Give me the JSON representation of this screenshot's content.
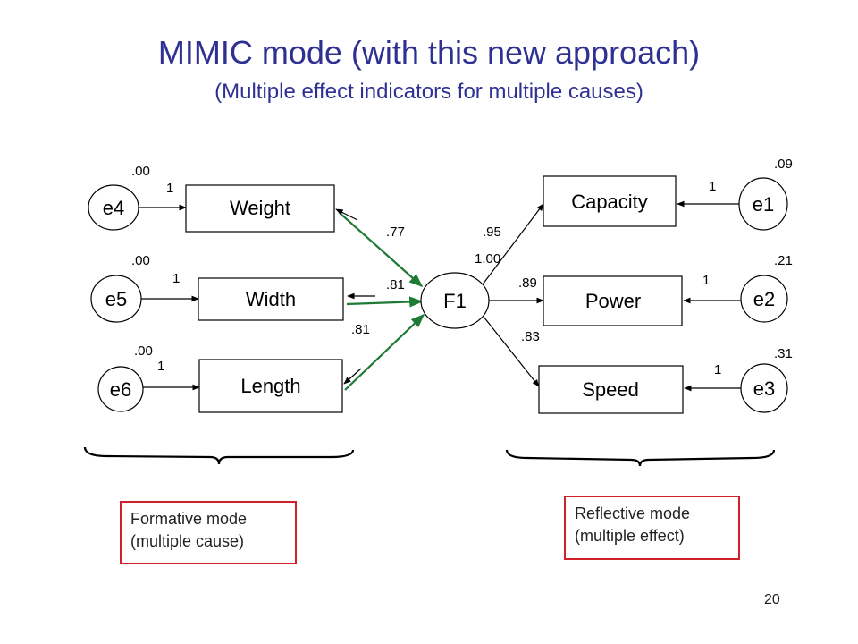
{
  "title": "MIMIC mode (with this new approach)",
  "subtitle": "(Multiple effect indicators for multiple causes)",
  "diagram": {
    "latent": "F1",
    "formative": [
      {
        "error": "e4",
        "indicator": "Weight",
        "variance": ".00",
        "path": "1",
        "loading": ".77"
      },
      {
        "error": "e5",
        "indicator": "Width",
        "variance": ".00",
        "path": "1",
        "loading": ".81"
      },
      {
        "error": "e6",
        "indicator": "Length",
        "variance": ".00",
        "path": "1",
        "loading": ".81"
      }
    ],
    "reflective": [
      {
        "indicator": "Capacity",
        "error": "e1",
        "variance": ".09",
        "path": "1",
        "loading": ".95"
      },
      {
        "indicator": "Power",
        "error": "e2",
        "variance": ".21",
        "path": "1",
        "loading": ".89"
      },
      {
        "indicator": "Speed",
        "error": "e3",
        "variance": ".31",
        "path": "1",
        "loading": ".83"
      }
    ],
    "fixed_loading": "1.00"
  },
  "notes": {
    "formative": {
      "line1": "Formative mode",
      "line2": "(multiple cause)"
    },
    "reflective": {
      "line1": "Reflective mode",
      "line2": "(multiple effect)"
    }
  },
  "page_number": "20",
  "colors": {
    "title": "#2e3192",
    "formative_arrow": "#1e7a34",
    "note_border": "#d0202a"
  }
}
